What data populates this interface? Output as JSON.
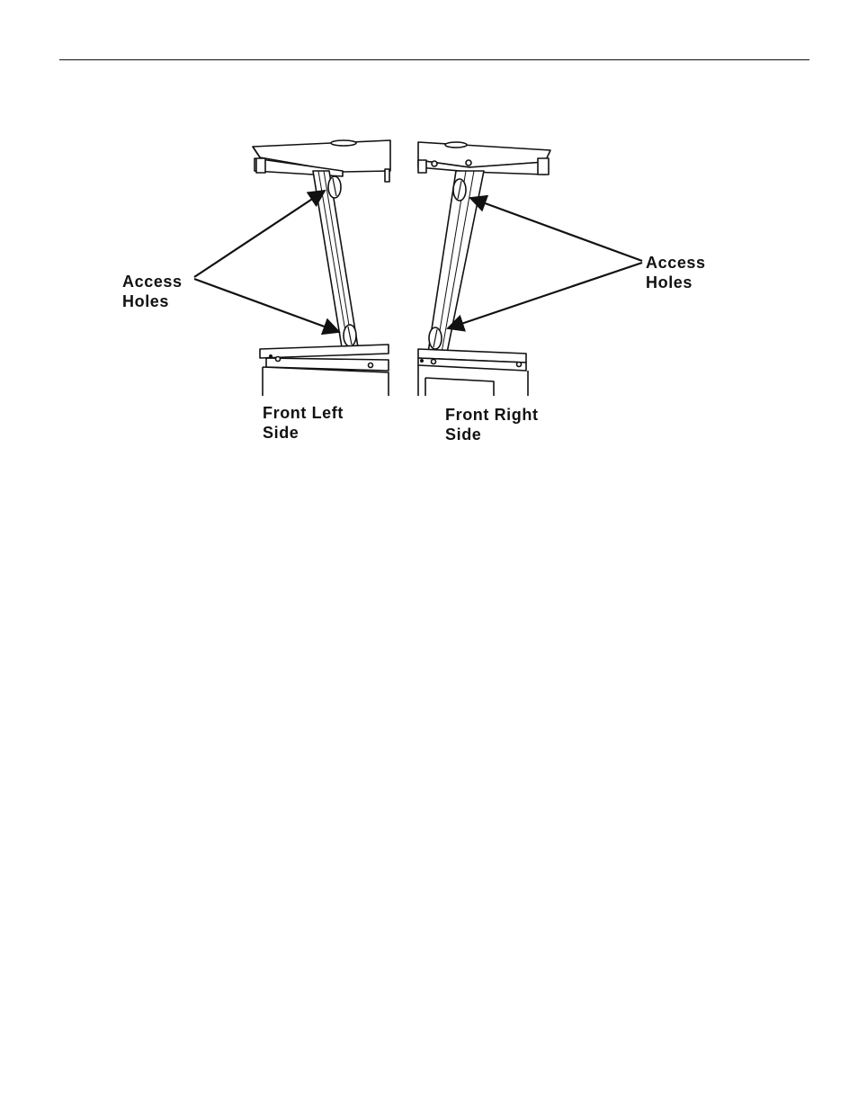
{
  "figure": {
    "left_callout": {
      "line1": "Access",
      "line2": "Holes"
    },
    "right_callout": {
      "line1": "Access",
      "line2": "Holes"
    },
    "left_caption": {
      "line1": "Front Left",
      "line2": "Side"
    },
    "right_caption": {
      "line1": "Front Right",
      "line2": "Side"
    }
  }
}
